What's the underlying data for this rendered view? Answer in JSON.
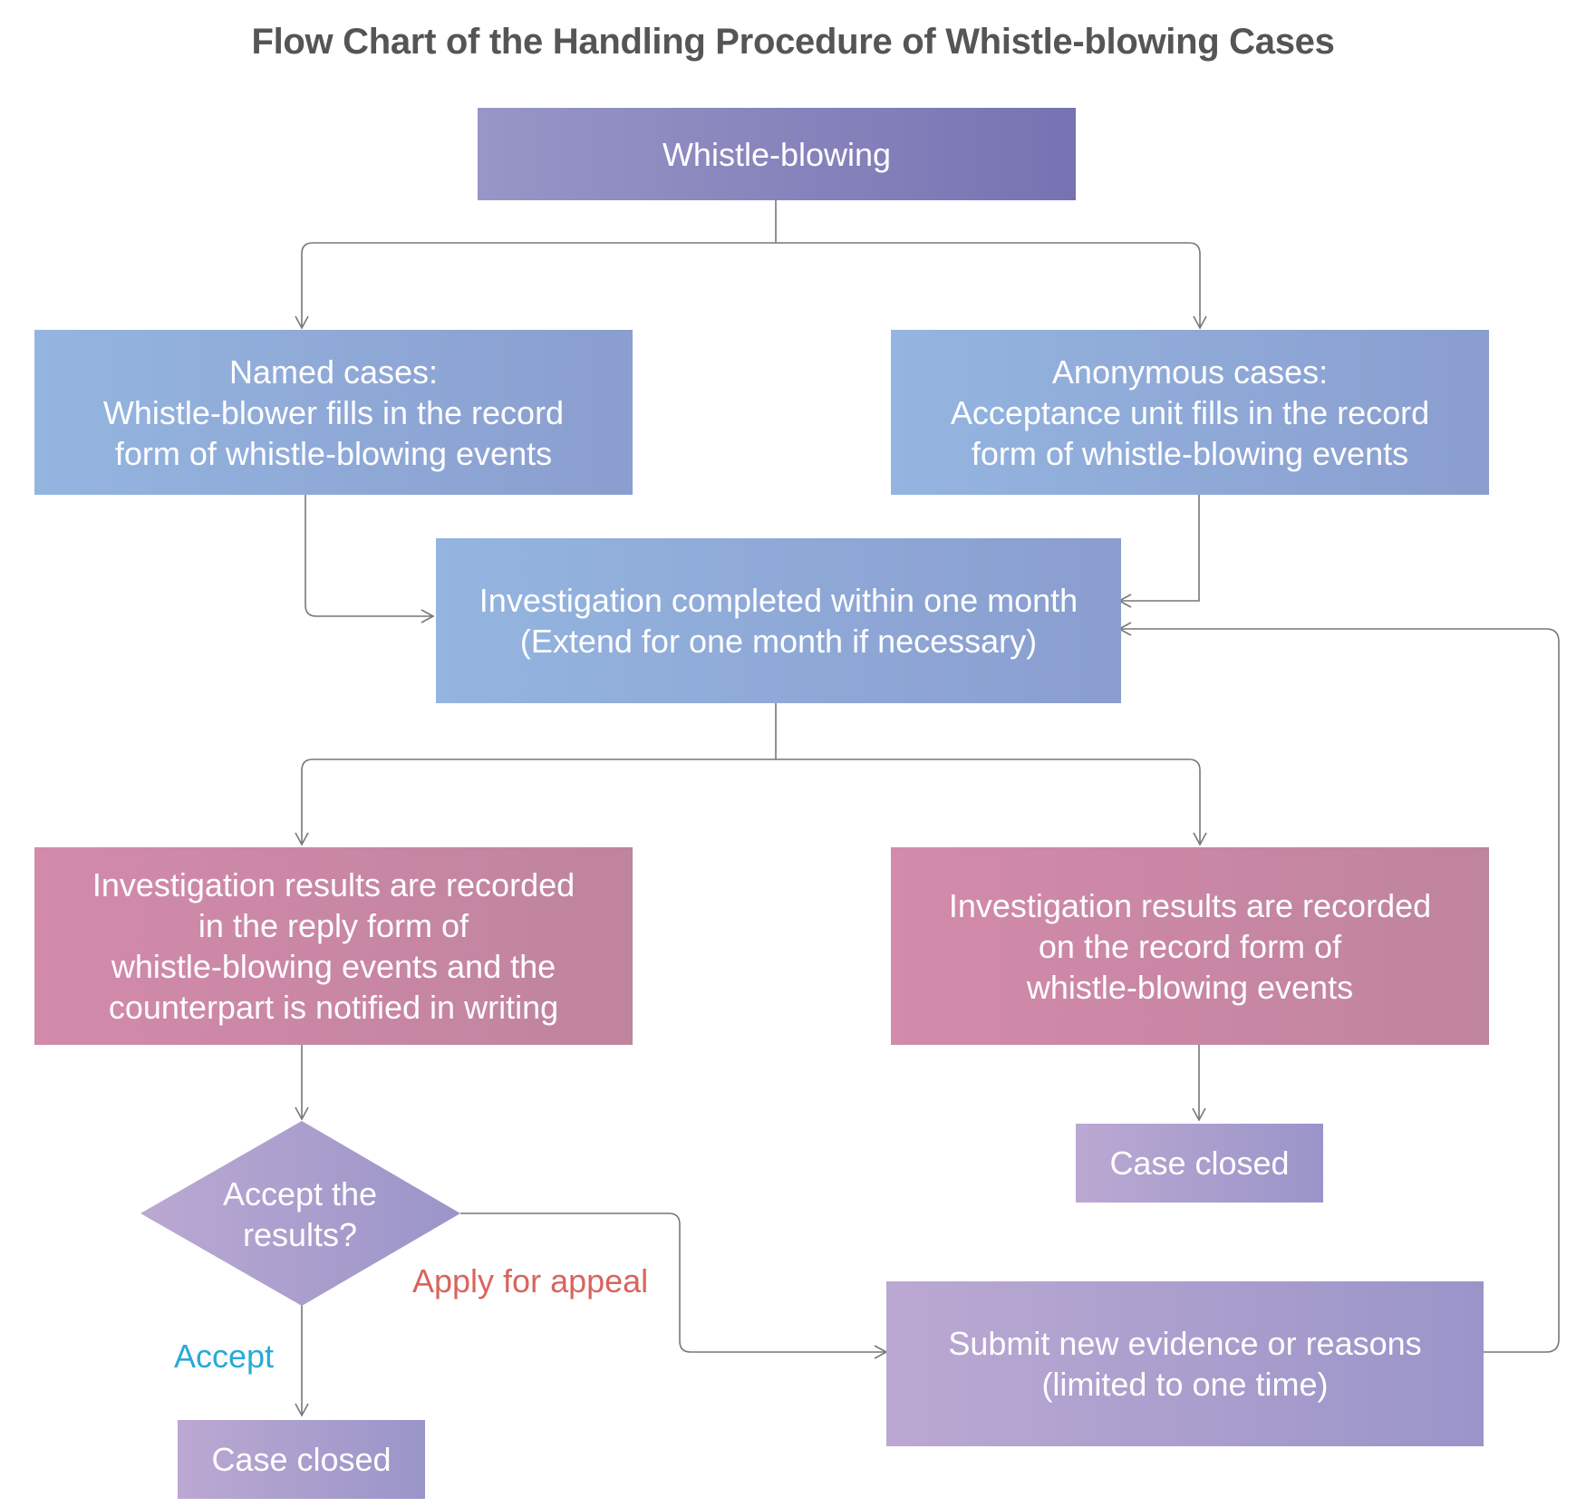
{
  "title": "Flow Chart of the Handling Procedure of Whistle-blowing Cases",
  "nodes": {
    "start": "Whistle-blowing",
    "named": "Named cases:\nWhistle-blower fills in the record\nform of whistle-blowing events",
    "anonymous": "Anonymous cases:\nAcceptance unit fills in the record\nform of whistle-blowing events",
    "investigation": "Investigation completed within one month\n(Extend for one month if necessary)",
    "results_reply": "Investigation results are recorded\nin the reply form of\nwhistle-blowing events and the\ncounterpart is notified in writing",
    "results_record": "Investigation results are recorded\non the record form of\nwhistle-blowing events",
    "decision": "Accept the\nresults?",
    "case_closed_right": "Case closed",
    "case_closed_left": "Case closed",
    "appeal_submit": "Submit new evidence or reasons\n(limited to one time)"
  },
  "edge_labels": {
    "accept": "Accept",
    "appeal": "Apply for appeal"
  },
  "colors": {
    "accept_label": "#29a9d6",
    "appeal_label": "#d9645e",
    "connector": "#777777"
  }
}
